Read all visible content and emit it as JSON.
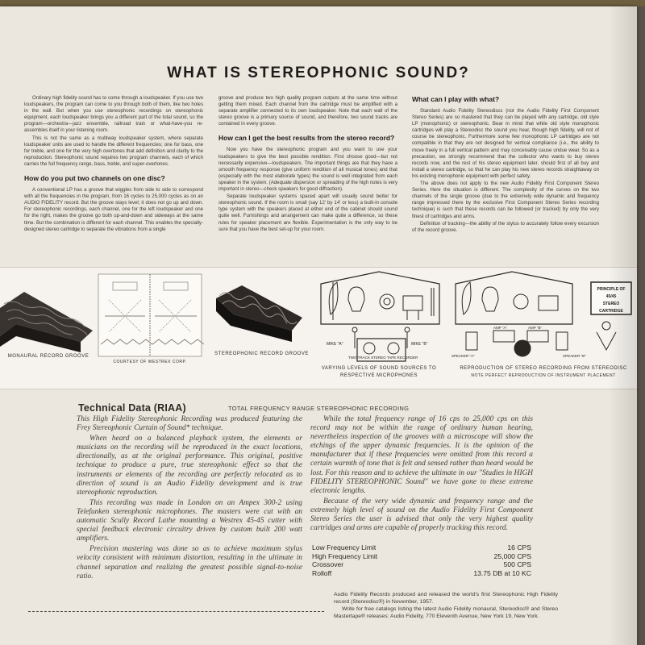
{
  "title": "WHAT IS STEREOPHONIC SOUND?",
  "col1": {
    "p1": "Ordinary high fidelity sound has to come through a loudspeaker. If you use two loudspeakers, the program can come to you through both of them, like two holes in the wall. But when you use stereophonic recordings on stereophonic equipment, each loudspeaker brings you a different part of the total sound, so the program—orchestra—jazz ensemble, railroad train or what-have-you re-assembles itself in your listening room.",
    "p2": "This is not the same as a multiway loudspeaker system, where separate loudspeaker units are used to handle the different frequencies; one for bass, one for treble, and one for the very high overtones that add definition and clarity to the reproduction. Stereophonic sound requires two program channels, each of which carries the full frequency range, bass, treble, and super-overtones.",
    "h": "How do you put two channels on one disc?",
    "p3": "A conventional LP has a groove that wiggles from side to side to correspond with all the frequencies in the program, from 16 cycles to 25,000 cycles as on an AUDIO FIDELITY record. But the groove stays level; it does not go up and down. For stereophonic recordings, each channel, one for the left loudspeaker and one for the right, makes the groove go both up-and-down and sideways at the same time. But the combination is different for each channel. This enables the specially-designed stereo cartridge to separate the vibrations from a single"
  },
  "col2": {
    "p1": "groove and produce two high quality program outputs at the same time without getting them mixed. Each channel from the cartridge must be amplified with a separate amplifier connected to its own loudspeaker. Note that each wall of the stereo groove is a primary source of sound, and therefore, two sound tracks are contained in every groove.",
    "h": "How can I get the best results from the stereo record?",
    "p2": "Now you have the stereophonic program and you want to use your loudspeakers to give the best possible rendition. First choose good—but not necessarily expensive—loudspeakers. The important things are that they have a smooth frequency response (give uniform rendition of all musical tones) and that (especially with the most elaborate types) the sound is well integrated from each speaker in the system. (Adequate dispersion or spreading of the high notes is very important in stereo—check speakers for good diffraction).",
    "p3": "Separate loudspeaker systems spaced apart will usually sound better for stereophonic sound. If the room is small (say 12' by 14' or less) a built-in console type system with the speakers placed at either end of the cabinet should sound quite well. Furnishings and arrangement can make quite a difference, so these rules for speaker placement are flexible. Experimentation is the only way to be sure that you have the best set-up for your room."
  },
  "col3": {
    "h": "What can I play with what?",
    "p1": "Standard Audio Fidelity Stereodiscs (not the Audio Fidelity First Component Stereo Series) are so mastered that they can be played with any cartridge, old style LP (monophonic) or stereophonic. Bear in mind that while old style monophonic cartridges will play a Stereodisc the sound you hear, though high fidelity, will not of course be stereophonic. Furthermore some few monophonic LP cartridges are not compatible in that they are not designed for vertical compliance (i.e., the ability to move freely in a full vertical pattern and may conceivably cause undue wear. So as a precaution, we strongly recommend that the collector who wants to buy stereo records now, and the rest of his stereo equipment later, should first of all buy and install a stereo cartridge, so that he can play his new stereo records straightaway on his existing monophonic equipment with perfect safety.",
    "p2": "The above does not apply to the new Audio Fidelity First Component Stereo Series. Here the situation is different. The complexity of the curves on the two channels of the single groove (due to the extremely wide dynamic and frequency range impressed there by the exclusive First Component Stereo Series recording technique) is such that these records can be followed (or tracked) by only the very finest of cartridges and arms.",
    "p3": "Definition of tracking—the ability of the stylus to accurately follow every excursion of the record groove."
  },
  "figures": {
    "cap1": "MONAURAL RECORD GROOVE",
    "cap2": "COURTESY OF WESTREX CORP.",
    "cap3": "STEREOPHONIC RECORD GROOVE",
    "cap4a": "VARYING LEVELS OF SOUND SOURCES TO",
    "cap4b": "RESPECTIVE MICROPHONES",
    "cap5a": "REPRODUCTION OF STEREO RECORDING FROM STEREODISC",
    "cap5b": "NOTE PERFECT REPRODUCTION OF INSTRUMENT PLACEMENT",
    "mike_a": "MIKE \"A\"",
    "mike_b": "MIKE \"B\"",
    "recorder": "TWO TRACK STEREO TAPE RECORDER",
    "amp_a": "AMP \"A\"",
    "amp_b": "AMP \"B\"",
    "speaker_a": "SPEAKER \"A\"",
    "speaker_b": "SPEAKER \"B\"",
    "principle": [
      "PRINCIPLE OF",
      "45/45",
      "STEREO",
      "CARTRIDGE"
    ]
  },
  "tech": {
    "heading": "Technical Data (RIAA)",
    "subheading": "TOTAL FREQUENCY RANGE STEREOPHONIC RECORDING",
    "left": [
      "This High Fidelity Stereophonic Recording was produced featuring the Frey Stereophonic Curtain of Sound* technique.",
      "When heard on a balanced playback system, the elements or musicians on the recording will be reproduced in the exact locations, directionally, as at the original performance. This original, positive technique to produce a pure, true stereophonic effect so that the instruments or elements of the recording are perfectly relocated as to direction of sound is an Audio Fidelity development and is true stereophonic reproduction.",
      "This recording was made in London on an Ampex 300-2 using Telefunken stereophonic microphones. The masters were cut with an automatic Scully Record Lathe mounting a Westrex 45-45 cutter with special feedback electronic circuitry driven by custom built 200 watt amplifiers.",
      "Precision mastering was done so as to achieve maximum stylus velocity consistent with minimum distortion, resulting in the ultimate in channel separation and realizing the greatest possible signal-to-noise ratio."
    ],
    "right": [
      "While the total frequency range of 16 cps to 25,000 cps on this record may not be within the range of ordinary human hearing, nevertheless inspection of the grooves with a microscope will show the etchings of the upper dynamic frequencies. It is the opinion of the manufacturer that if these frequencies were omitted from this record a certain warmth of tone that is felt and sensed rather than heard would be lost. For this reason and to achieve the ultimate in our \"Studies in HIGH FIDELITY STEREOPHONIC Sound\" we have gone to these extreme electronic lengths.",
      "Because of the very wide dynamic and frequency range and the extremely high level of sound on the Audio Fidelity First Component Stereo Series the user is advised that only the very highest quality cartridges and arms are capable of properly tracking this record."
    ],
    "specs": [
      {
        "label": "Low Frequency Limit",
        "value": "16 CPS"
      },
      {
        "label": "High Frequency Limit",
        "value": "25,000 CPS"
      },
      {
        "label": "Crossover",
        "value": "500 CPS"
      },
      {
        "label": "Rolloff",
        "value": "13.75 DB at 10 KC"
      }
    ],
    "footnote1": "Audio Fidelity Records produced and released the world's first Stereophonic High Fidelity record (Stereodisc®) in November, 1957.",
    "footnote2": "Write for free catalogs listing the latest Audio Fidelity monaural, Stereodisc® and Stereo Mastertape® releases: Audio Fidelity, 770 Eleventh Avenue, New York 19, New York."
  }
}
